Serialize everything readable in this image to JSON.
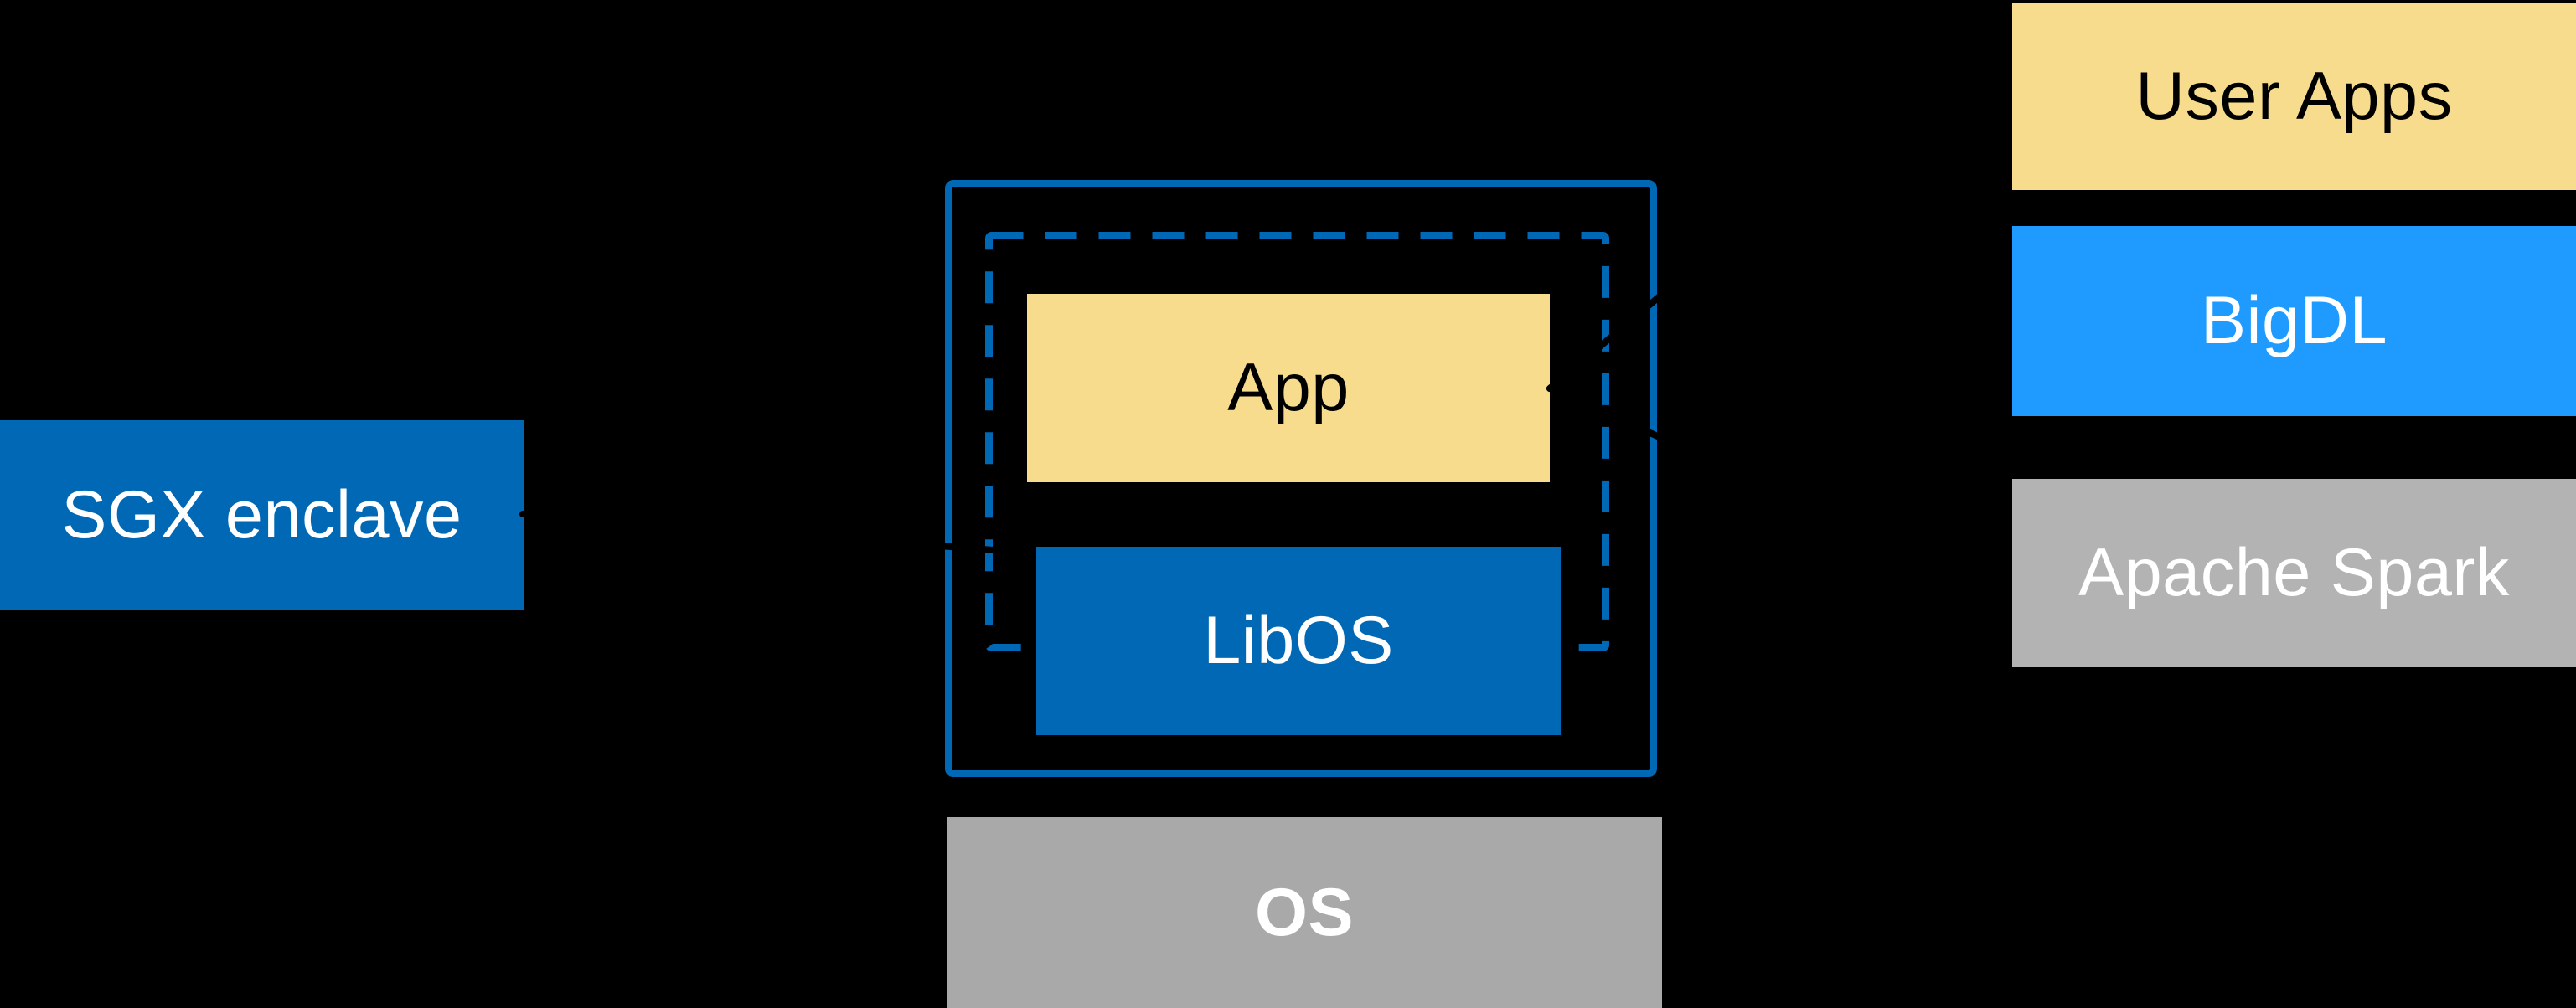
{
  "palette": {
    "background": "#000000",
    "intel_blue": "#0068b5",
    "bright_blue": "#1f9aff",
    "soft_yellow": "#f6dc8c",
    "spark_gray": "#b3b3b3",
    "os_gray": "#a9a9a9",
    "text_dark": "#000000",
    "text_light": "#ffffff"
  },
  "diagram": {
    "sgx_callout": {
      "label": "SGX enclave"
    },
    "enclave_detail": {
      "app": {
        "label": "App"
      },
      "libos": {
        "label": "LibOS"
      }
    },
    "os": {
      "label": "OS"
    },
    "software_stack": {
      "items": [
        {
          "id": "user-apps",
          "label": "User Apps"
        },
        {
          "id": "bigdl",
          "label": "BigDL"
        },
        {
          "id": "apache-spark",
          "label": "Apache Spark"
        }
      ]
    }
  }
}
